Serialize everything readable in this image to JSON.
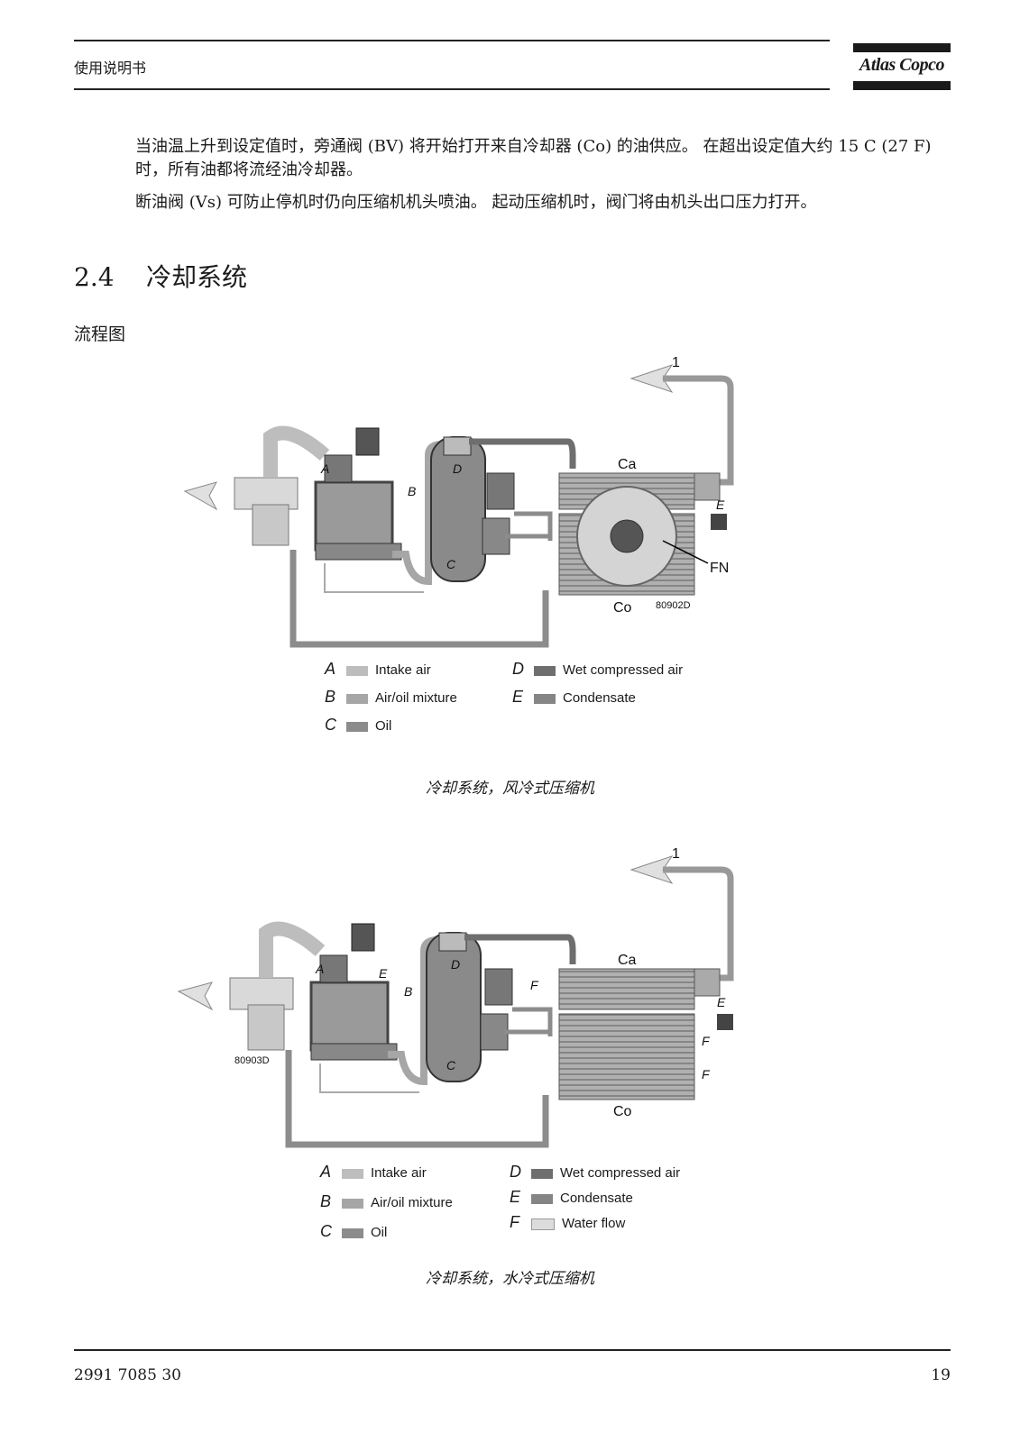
{
  "header": {
    "title": "使用说明书",
    "brand": "Atlas Copco"
  },
  "paragraphs": [
    "当油温上升到设定值时，旁通阀 (BV) 将开始打开来自冷却器 (Co) 的油供应。 在超出设定值大约 15  C (27  F) 时，所有油都将流经油冷却器。",
    "断油阀 (Vs) 可防止停机时仍向压缩机机头喷油。 起动压缩机时，阀门将由机头出口压力打开。"
  ],
  "section": {
    "number": "2.4",
    "title": "冷却系统"
  },
  "subsection": "流程图",
  "figure1": {
    "labels": {
      "outlet": "1",
      "cooler_air": "Ca",
      "cooler_oil": "Co",
      "fan": "FN",
      "code": "80902D",
      "a": "A",
      "b": "B",
      "c": "C",
      "d": "D",
      "e": "E"
    },
    "legend": [
      {
        "key": "A",
        "text": "Intake air",
        "color": "#bdbdbd"
      },
      {
        "key": "B",
        "text": "Air/oil mixture",
        "color": "#a6a6a6"
      },
      {
        "key": "C",
        "text": "Oil",
        "color": "#8c8c8c"
      },
      {
        "key": "D",
        "text": "Wet compressed air",
        "color": "#6e6e6e"
      },
      {
        "key": "E",
        "text": "Condensate",
        "color": "#858585"
      }
    ],
    "caption": "冷却系统，风冷式压缩机"
  },
  "figure2": {
    "labels": {
      "outlet": "1",
      "cooler_air": "Ca",
      "cooler_oil": "Co",
      "code": "80903D",
      "a": "A",
      "b": "B",
      "c": "C",
      "d": "D",
      "e": "E",
      "f": "F"
    },
    "legend": [
      {
        "key": "A",
        "text": "Intake air",
        "color": "#bdbdbd"
      },
      {
        "key": "B",
        "text": "Air/oil mixture",
        "color": "#a6a6a6"
      },
      {
        "key": "C",
        "text": "Oil",
        "color": "#8c8c8c"
      },
      {
        "key": "D",
        "text": "Wet compressed air",
        "color": "#6e6e6e"
      },
      {
        "key": "E",
        "text": "Condensate",
        "color": "#858585"
      },
      {
        "key": "F",
        "text": "Water flow",
        "color": "#dcdcdc"
      }
    ],
    "caption": "冷却系统，水冷式压缩机"
  },
  "footer": {
    "doc_number": "2991 7085 30",
    "page": "19"
  }
}
